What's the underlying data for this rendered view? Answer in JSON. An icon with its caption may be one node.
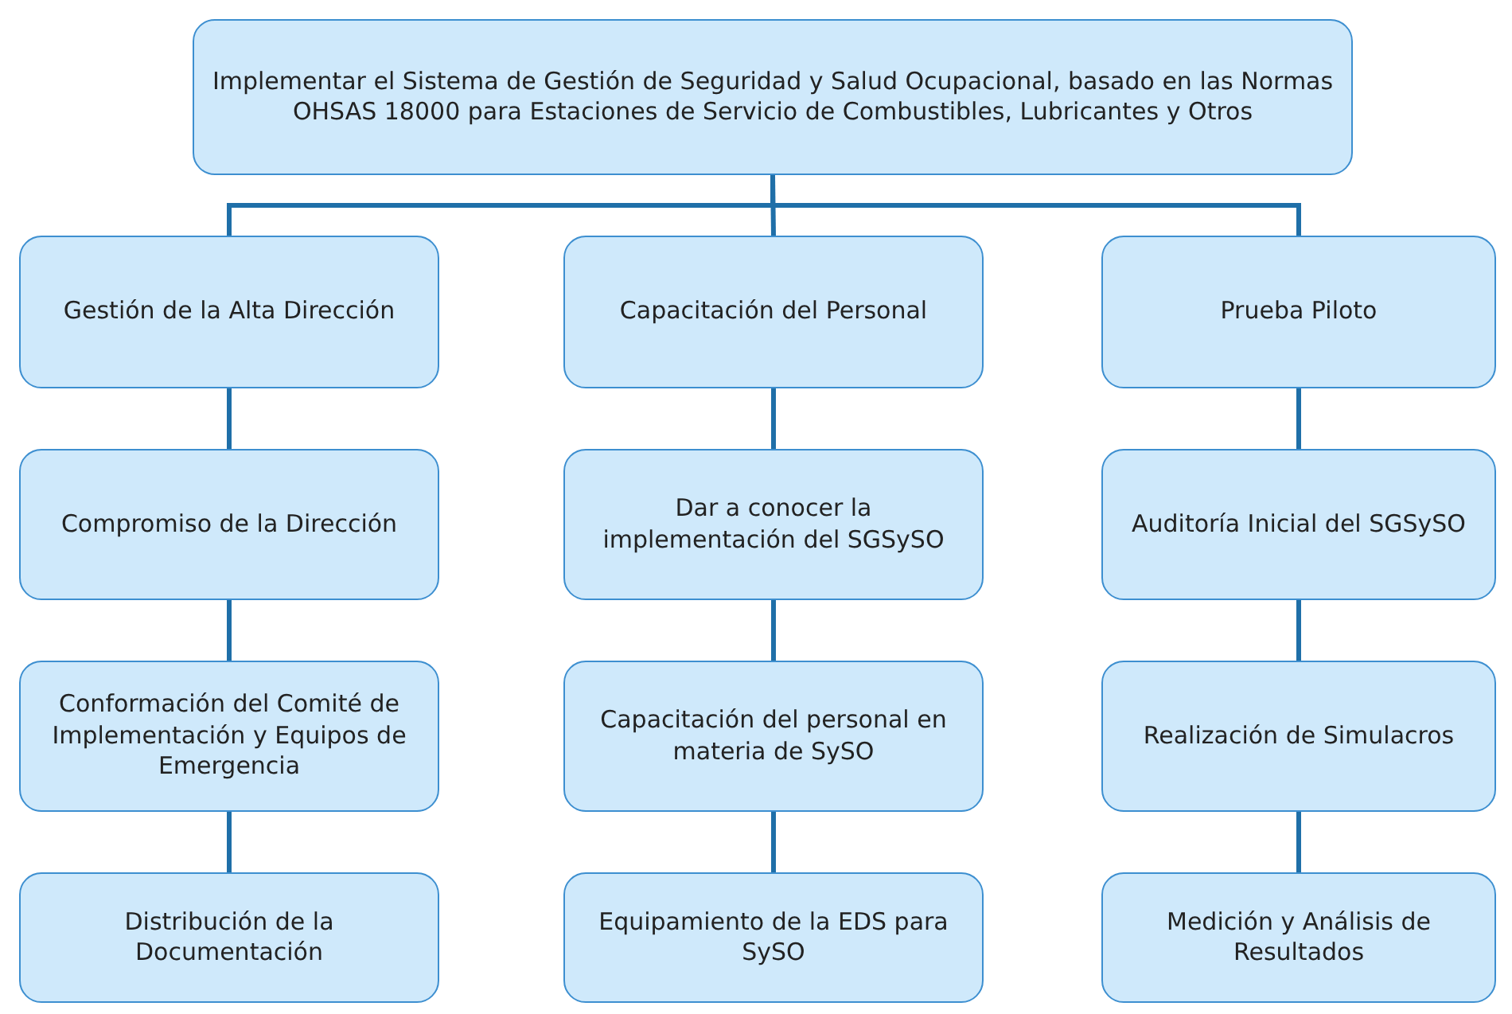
{
  "diagram": {
    "nodes": [
      {
        "text": [
          "Implementar el Sistema de Gestión de Seguridad y Salud Ocupacional, basado en las Normas OHSAS 18000 para Estaciones de Servicio de Combustibles, Lubricantes y Otros"
        ]
      },
      {
        "text": [
          "Gestión de la Alta Dirección"
        ]
      },
      {
        "text": [
          "Capacitación del Personal"
        ]
      },
      {
        "text": [
          "Prueba Piloto"
        ]
      },
      {
        "text": [
          "Compromiso de la Dirección"
        ]
      },
      {
        "text": [
          "Dar a conocer la implementación del SGSySO"
        ]
      },
      {
        "text": [
          "Auditoría Inicial del SGSySO"
        ]
      },
      {
        "text": [
          "Conformación del Comité de Implementación y Equipos de Emergencia"
        ]
      },
      {
        "text": [
          "Capacitación del personal en materia de SySO"
        ]
      },
      {
        "text": [
          "Realización de Simulacros"
        ]
      },
      {
        "text": [
          "Distribución de la Documentación"
        ]
      },
      {
        "text": [
          "Equipamiento de la EDS para SySO"
        ]
      },
      {
        "text": [
          "Medición y Análisis de Resultados"
        ]
      }
    ],
    "edges": [
      {
        "from": 0,
        "to": 1,
        "arrow": "none"
      },
      {
        "from": 0,
        "to": 2,
        "arrow": "none"
      },
      {
        "from": 0,
        "to": 3,
        "arrow": "none"
      },
      {
        "from": 1,
        "to": 4,
        "arrow": "none"
      },
      {
        "from": 4,
        "to": 7,
        "arrow": "none"
      },
      {
        "from": 7,
        "to": 10,
        "arrow": "none"
      },
      {
        "from": 2,
        "to": 5,
        "arrow": "none"
      },
      {
        "from": 5,
        "to": 8,
        "arrow": "none"
      },
      {
        "from": 8,
        "to": 11,
        "arrow": "none"
      },
      {
        "from": 3,
        "to": 6,
        "arrow": "none"
      },
      {
        "from": 6,
        "to": 9,
        "arrow": "none"
      },
      {
        "from": 9,
        "to": 12,
        "arrow": "none"
      }
    ]
  }
}
